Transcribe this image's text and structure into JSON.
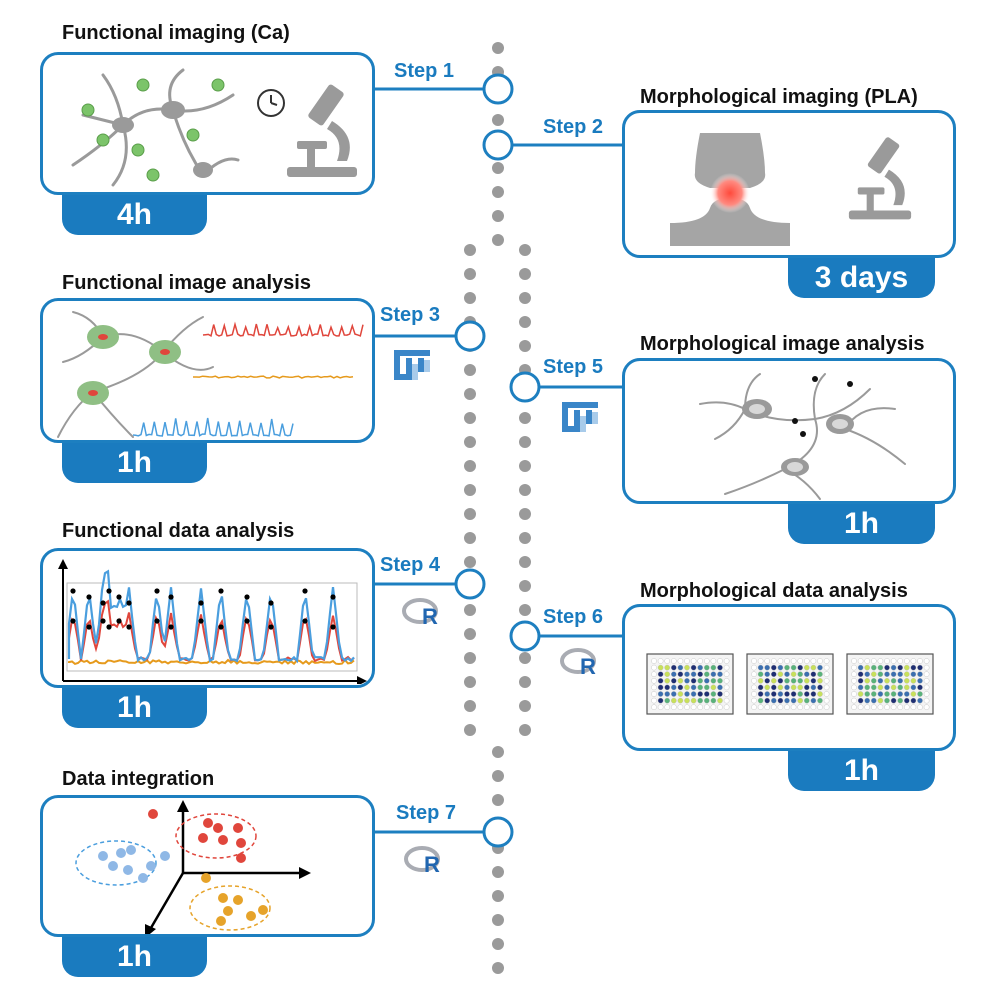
{
  "panels": {
    "p1": {
      "title": "Functional imaging (Ca)",
      "time": "4h"
    },
    "p2": {
      "title": "Morphological imaging (PLA)",
      "time": "3 days"
    },
    "p3": {
      "title": "Functional image analysis",
      "time": "1h"
    },
    "p4": {
      "title": "Functional data analysis",
      "time": "1h"
    },
    "p5": {
      "title": "Morphological image analysis",
      "time": "1h"
    },
    "p6": {
      "title": "Morphological data analysis",
      "time": "1h"
    },
    "p7": {
      "title": "Data integration",
      "time": "1h"
    }
  },
  "steps": {
    "s1": "Step 1",
    "s2": "Step 2",
    "s3": "Step 3",
    "s4": "Step 4",
    "s5": "Step 5",
    "s6": "Step 6",
    "s7": "Step 7"
  },
  "icons": {
    "fiji": "fiji-logo-icon",
    "r": "r-logo-icon",
    "microscope": "microscope-icon",
    "clock": "clock-icon"
  },
  "colors": {
    "accent": "#1a7bbf",
    "timeline_dots": "#9a9a9a",
    "neuron": "#9a9a9a",
    "calcium_trace_red": "#e0463c",
    "calcium_trace_orange": "#e69a1c",
    "calcium_trace_blue": "#4a9ede"
  }
}
